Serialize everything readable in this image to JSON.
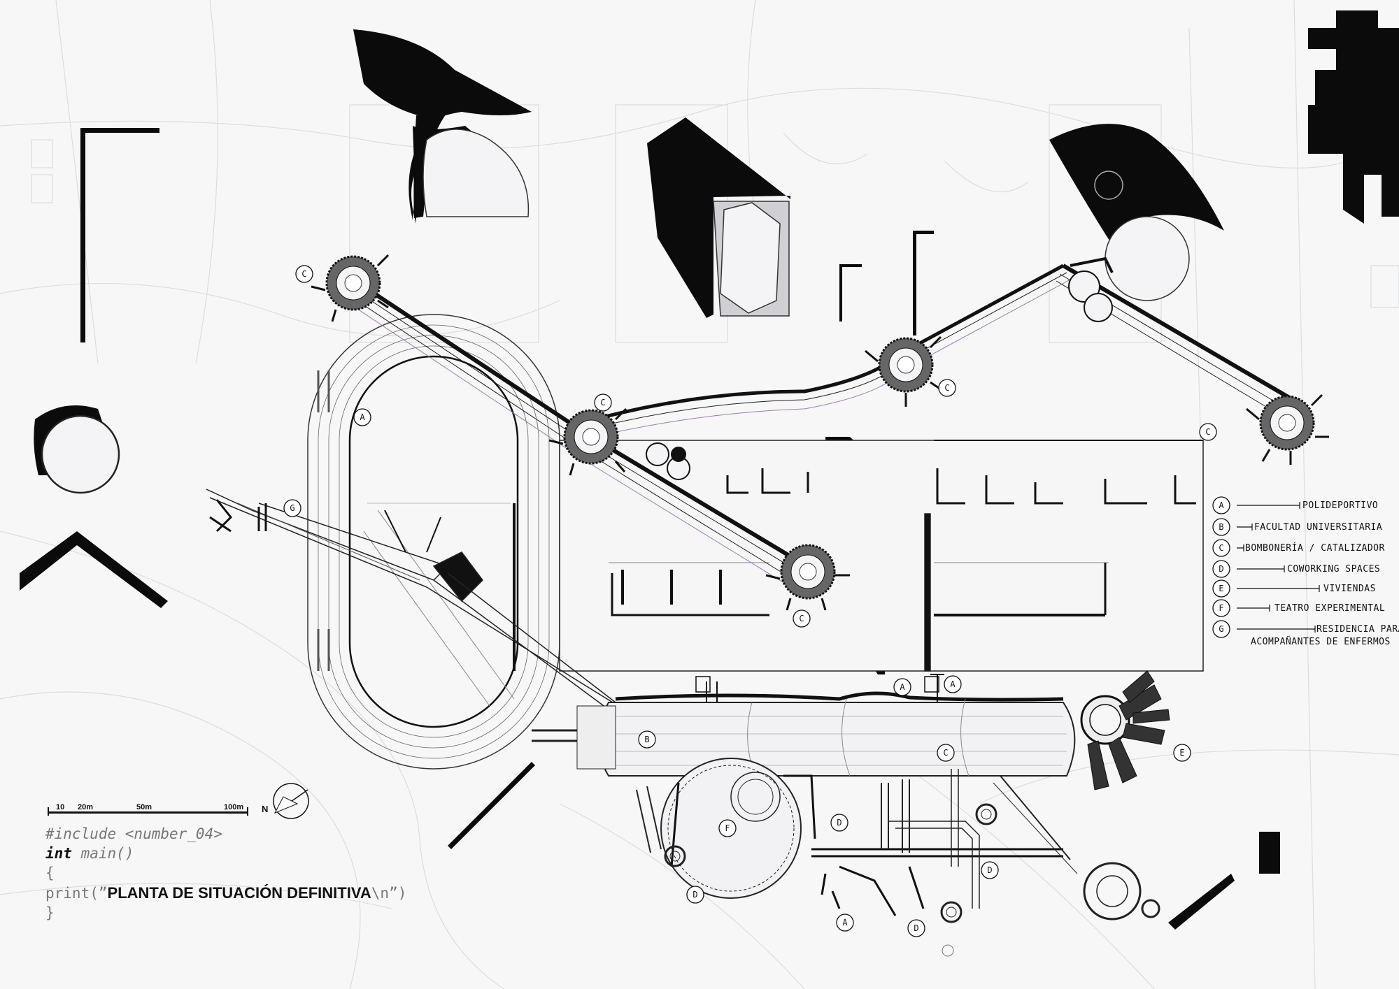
{
  "legend": [
    {
      "letter": "A",
      "label": "POLIDEPORTIVO"
    },
    {
      "letter": "B",
      "label": "FACULTAD UNIVERSITARIA"
    },
    {
      "letter": "C",
      "label": "BOMBONERÍA / CATALIZADOR"
    },
    {
      "letter": "D",
      "label": "COWORKING SPACES"
    },
    {
      "letter": "E",
      "label": "VIVIENDAS"
    },
    {
      "letter": "F",
      "label": "TEATRO EXPERIMENTAL"
    },
    {
      "letter": "G",
      "label": "RESIDENCIA PARA",
      "label2": "ACOMPAÑANTES DE ENFERMOS"
    }
  ],
  "markers": [
    "C",
    "C",
    "C",
    "C",
    "C",
    "C",
    "A",
    "G",
    "A",
    "A",
    "B",
    "E",
    "F",
    "D",
    "D",
    "D",
    "A",
    "D"
  ],
  "scale_bar": {
    "labels": [
      "10",
      "20m",
      "50m",
      "100m"
    ]
  },
  "north": {
    "label": "N"
  },
  "code": {
    "line1": "#include <number_04>",
    "line2_kw": "int",
    "line2_rest": " main()",
    "line3": "{",
    "line4_pre": "print(”",
    "line4_title": "PLANTA DE SITUACIÓN DEFINITIVA",
    "line4_escape": "\\n",
    "line4_post": "”)",
    "line5": "}"
  }
}
